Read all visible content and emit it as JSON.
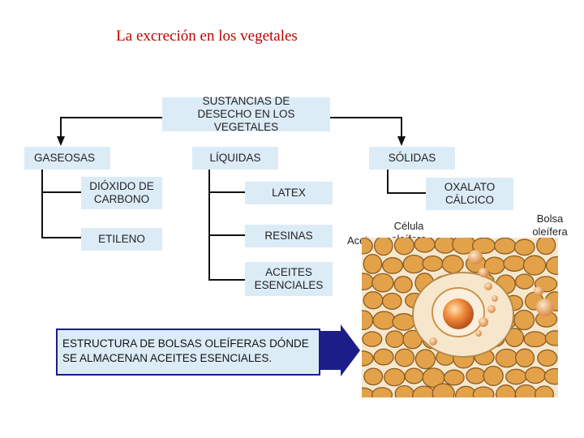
{
  "title": "La excreción en los vegetales",
  "root": "SUSTANCIAS DE DESECHO EN LOS VEGETALES",
  "categories": {
    "gaseosas": "GASEOSAS",
    "liquidas": "LÍQUIDAS",
    "solidas": "SÓLIDAS"
  },
  "gaseosas_items": [
    "DIÓXIDO DE CARBONO",
    "ETILENO"
  ],
  "liquidas_items": [
    "LATEX",
    "RESINAS",
    "ACEITES ESENCIALES"
  ],
  "solidas_items": [
    "OXALATO CÁLCICO"
  ],
  "note": "ESTRUCTURA DE BOLSAS OLEÍFERAS DÓNDE SE ALMACENAN ACEITES ESENCIALES.",
  "image_labels": {
    "celula": "Célula oleífera",
    "aceite": "Aceite",
    "bolsa": "Bolsa oleífera"
  },
  "colors": {
    "box_fill": "#dcecf7",
    "line": "#111111",
    "arrow": "#1d1d8a",
    "title": "#c00000",
    "cell_tissue": "#e3a24a"
  }
}
